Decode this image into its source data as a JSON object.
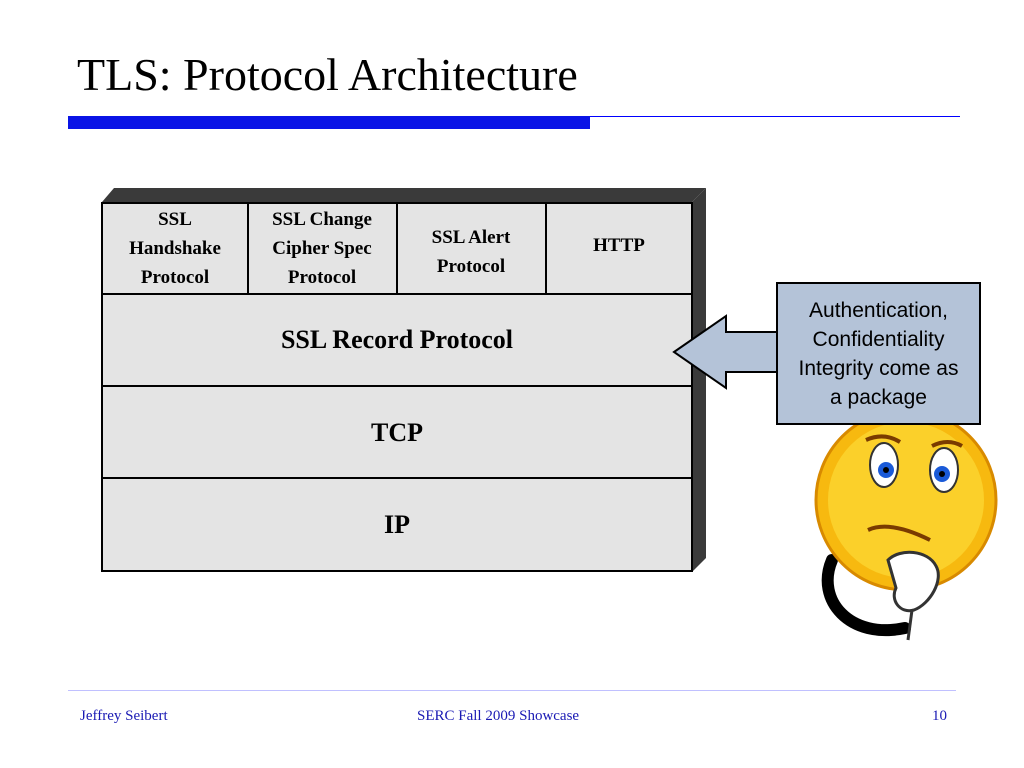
{
  "slide": {
    "title": "TLS: Protocol Architecture"
  },
  "stack": {
    "top_row": [
      "SSL\nHandshake\nProtocol",
      "SSL Change\nCipher Spec\nProtocol",
      "SSL Alert\nProtocol",
      "HTTP"
    ],
    "record_layer": "SSL Record Protocol",
    "tcp_layer": "TCP",
    "ip_layer": "IP"
  },
  "callout": {
    "text": "Authentication,\nConfidentiality\nIntegrity come as\na package"
  },
  "footer": {
    "author": "Jeffrey Seibert",
    "event": "SERC Fall 2009 Showcase",
    "page_number": "10"
  },
  "colors": {
    "title_rule": "#0a14e6",
    "layer_fill": "#e4e4e4",
    "callout_fill": "#b4c3d8",
    "footer_text": "#1a1ab4",
    "smiley_face": "#f7b90f"
  },
  "icons": [
    "thinking-smiley-icon",
    "left-arrow-icon"
  ]
}
